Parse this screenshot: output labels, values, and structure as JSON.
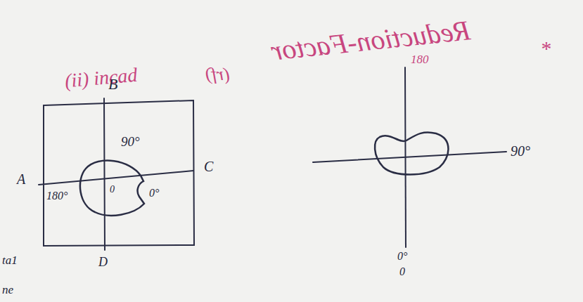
{
  "diagram": {
    "labels": [
      "(ii) incad",
      "B",
      "(rf)",
      "Reduction-Factor",
      "180",
      "*",
      "90°",
      "A",
      "180°",
      "0",
      "0°",
      "C",
      "D",
      "90°",
      "0°",
      "0",
      "ta1",
      "ne"
    ]
  }
}
